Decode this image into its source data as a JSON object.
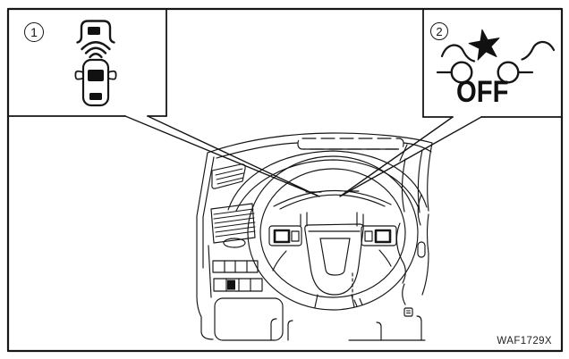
{
  "figure": {
    "code": "WAF1729X",
    "callout_1": {
      "number": "1",
      "icon": "rear-sonar-warning-icon"
    },
    "callout_2": {
      "number": "2",
      "icon": "collision-warning-off-icon",
      "off_label": "OFF"
    }
  },
  "colors": {
    "line": "#161616",
    "icon_fill": "#111111",
    "background": "#ffffff"
  }
}
